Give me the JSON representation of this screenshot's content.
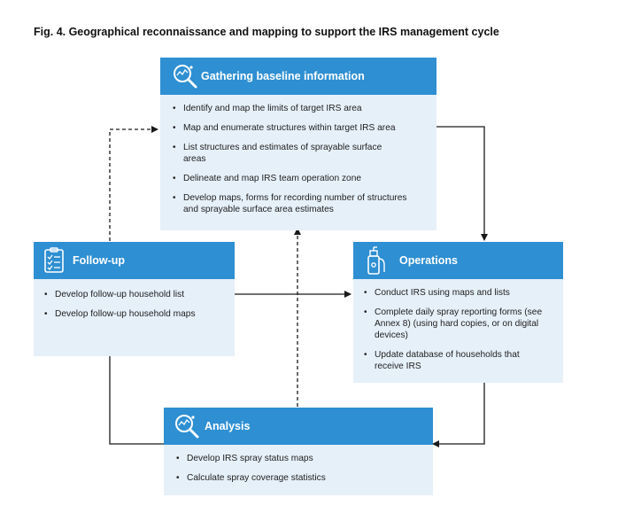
{
  "figure": {
    "title": "Fig. 4. Geographical reconnaissance and mapping to support the IRS management cycle"
  },
  "boxes": {
    "gathering": {
      "title": "Gathering baseline information",
      "icon": "magnifier-chart-icon",
      "items": [
        "Identify and map the limits of target IRS area",
        "Map and enumerate structures within target IRS area",
        "List structures and estimates of sprayable surface areas",
        "Delineate and map IRS team operation zone",
        "Develop maps, forms for recording number of structures and sprayable surface area estimates"
      ]
    },
    "followup": {
      "title": "Follow-up",
      "icon": "checklist-clipboard-icon",
      "items": [
        "Develop follow-up household list",
        "Develop follow-up household maps"
      ]
    },
    "operations": {
      "title": "Operations",
      "icon": "sprayer-icon",
      "items": [
        "Conduct IRS using maps and lists",
        "Complete daily spray reporting forms (see Annex 8) (using hard copies, or on digital devices)",
        "Update database of households that receive IRS"
      ]
    },
    "analysis": {
      "title": "Analysis",
      "icon": "magnifier-chart-icon",
      "items": [
        "Develop IRS spray status maps",
        "Calculate spray coverage statistics"
      ]
    }
  },
  "colors": {
    "header": "#2e8fd2",
    "body": "#e6f0f9",
    "arrow": "#1a1a1a"
  }
}
